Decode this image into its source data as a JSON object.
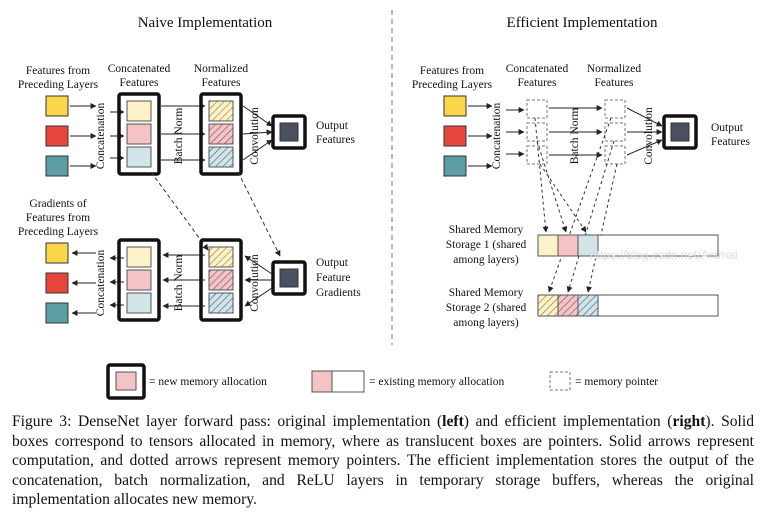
{
  "naive": {
    "title": "Naive Implementation",
    "features_label_1": "Features from",
    "features_label_2": "Preceding Layers",
    "concat_label_1": "Concatenated",
    "concat_label_2": "Features",
    "norm_label_1": "Normalized",
    "norm_label_2": "Features",
    "concatenation": "Concatenation",
    "batch_norm": "Batch Norm",
    "convolution": "Convolution",
    "output_1": "Output",
    "output_2": "Features",
    "grad_label_1": "Gradients of",
    "grad_label_2": "Features from",
    "grad_label_3": "Preceding Layers",
    "grad_concatenation": "Concatenation",
    "grad_batch_norm": "Batch Norm",
    "grad_convolution": "Convolution",
    "grad_out_1": "Output",
    "grad_out_2": "Feature",
    "grad_out_3": "Gradients"
  },
  "efficient": {
    "title": "Efficient Implementation",
    "features_label_1": "Features from",
    "features_label_2": "Preceding Layers",
    "concat_label_1": "Concatenated",
    "concat_label_2": "Features",
    "norm_label_1": "Normalized",
    "norm_label_2": "Features",
    "concatenation": "Concatenation",
    "batch_norm": "Batch Norm",
    "convolution": "Convolution",
    "output_1": "Output",
    "output_2": "Features",
    "shared1_1": "Shared Memory",
    "shared1_2": "Storage 1 (shared",
    "shared1_3": "among layers)",
    "shared2_1": "Shared Memory",
    "shared2_2": "Storage 2 (shared",
    "shared2_3": "among layers)"
  },
  "legend": {
    "new_alloc": "= new memory allocation",
    "existing_alloc": "= existing memory allocation",
    "pointer": "= memory pointer"
  },
  "caption": {
    "p1": "Figure 3: DenseNet layer forward pass: original implementation (",
    "b1": "left",
    "p2": ") and efficient implementation (",
    "b2": "right",
    "p3": "). Solid boxes correspond to tensors allocated in memory, where as translucent boxes are pointers. Solid arrows represent computation, and dotted arrows represent memory pointers. The efficient implementation stores the output of the concatenation, batch normalization, and ReLU layers in temporary storage buffers, whereas the original implementation allocates new memory."
  },
  "watermark": "https://blog.csdn.net/Animal",
  "colors": {
    "yellow": "#fbd54a",
    "red": "#e8453c",
    "teal": "#5d9ea6",
    "light_yellow": "#fdf1c8",
    "light_red": "#f4c3c6",
    "light_teal": "#d3e4e8",
    "dark": "#4a5062"
  }
}
